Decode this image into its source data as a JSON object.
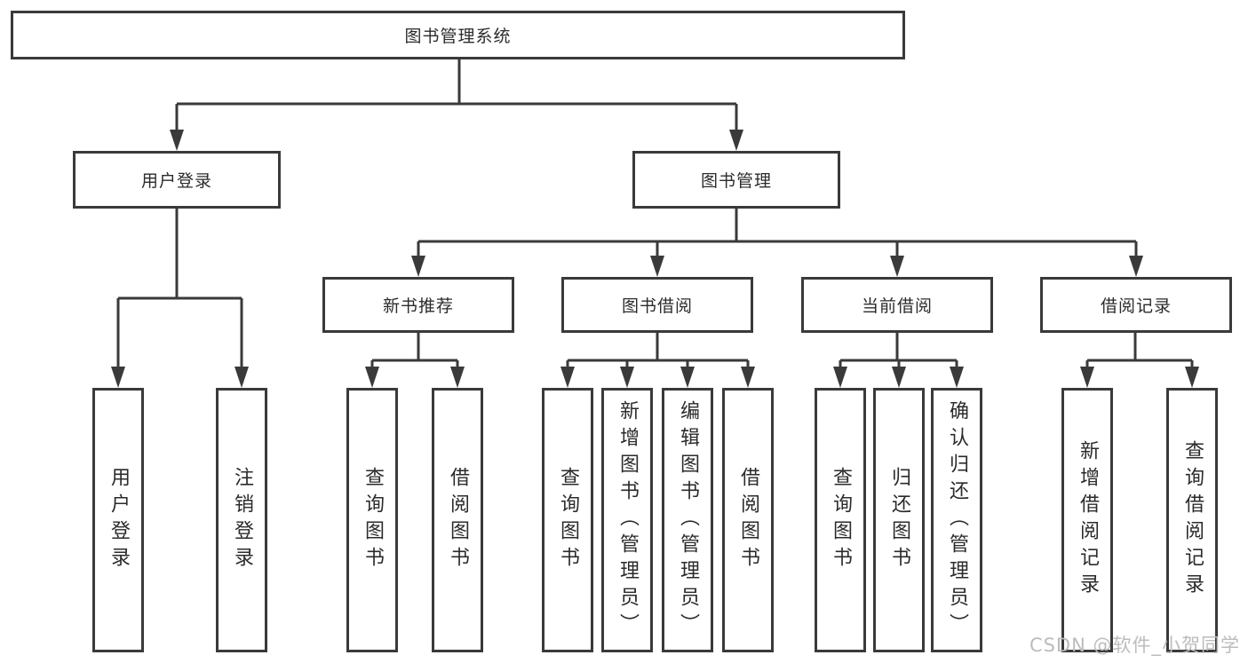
{
  "nodes": {
    "root": "图书管理系统",
    "user_login": "用户登录",
    "book_mgmt": "图书管理",
    "new_book_rec": "新书推荐",
    "book_borrow": "图书借阅",
    "current_borrow": "当前借阅",
    "borrow_records": "借阅记录",
    "leaf_user_login": "用户登录",
    "leaf_logout": "注销登录",
    "leaf_nbr_query_books": "查询图书",
    "leaf_nbr_borrow_books": "借阅图书",
    "leaf_bb_query_books": "查询图书",
    "leaf_bb_add_books_admin": "新增图书（管理员）",
    "leaf_bb_edit_books_admin": "编辑图书（管理员）",
    "leaf_bb_borrow_books": "借阅图书",
    "leaf_cb_query_books": "查询图书",
    "leaf_cb_return_books": "归还图书",
    "leaf_cb_confirm_return_admin": "确认归还（管理员）",
    "leaf_br_add_record": "新增借阅记录",
    "leaf_br_query_record": "查询借阅记录"
  },
  "watermark": "CSDN @软件_小贺同学",
  "colors": {
    "line": "#3a3a3a",
    "text": "#2b2b2b",
    "watermark": "#bcbcbc",
    "background": "#ffffff"
  }
}
